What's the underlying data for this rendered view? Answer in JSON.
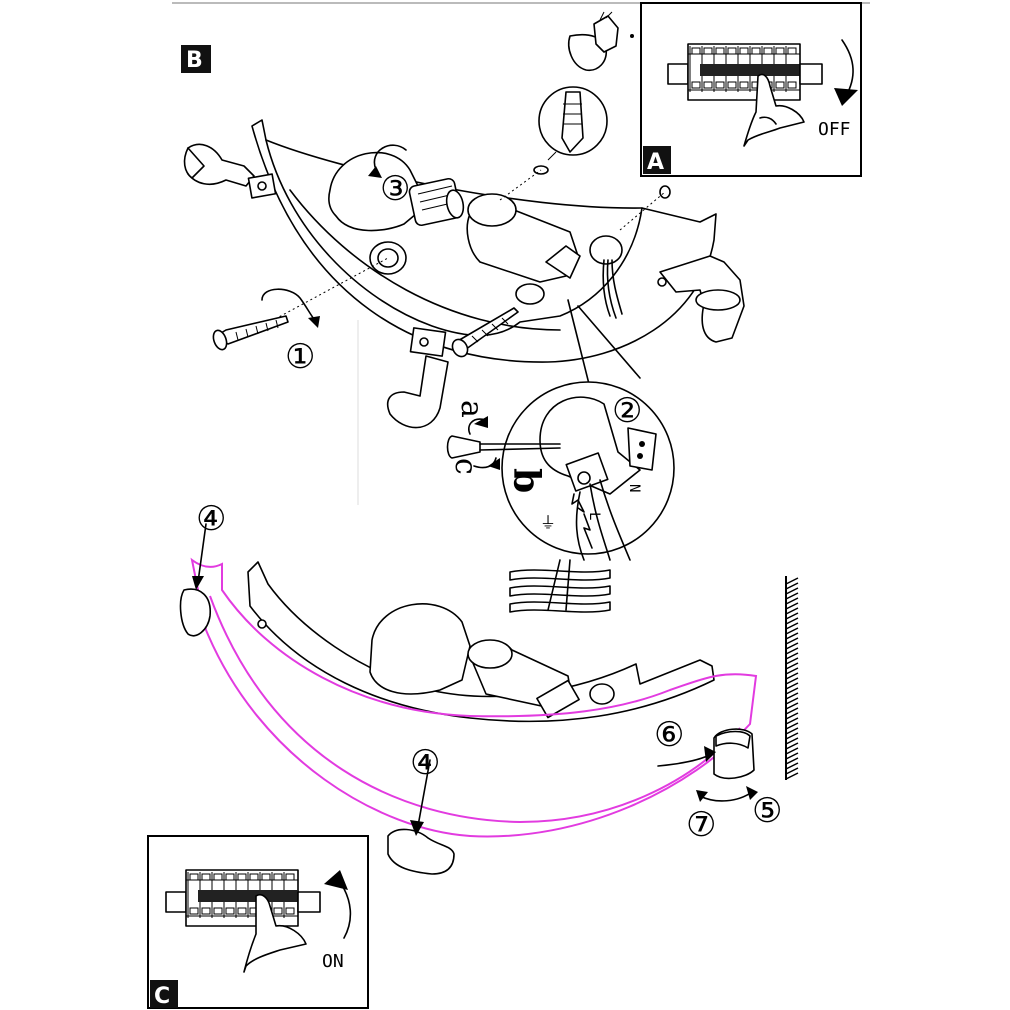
{
  "panels": {
    "a": {
      "badge": "A",
      "switch_text": "OFF"
    },
    "b": {
      "badge": "B"
    },
    "c": {
      "badge": "C",
      "switch_text": "ON"
    }
  },
  "steps": [
    "①",
    "②",
    "③",
    "④",
    "④",
    "⑤",
    "⑥",
    "⑦"
  ],
  "detail_letters": {
    "a": "a",
    "b": "b",
    "c": "c"
  },
  "terminals": {
    "n": "N",
    "l": "L",
    "earth": "⏚"
  },
  "colors": {
    "glass_outline": "#e23be0",
    "line": "#000000"
  }
}
